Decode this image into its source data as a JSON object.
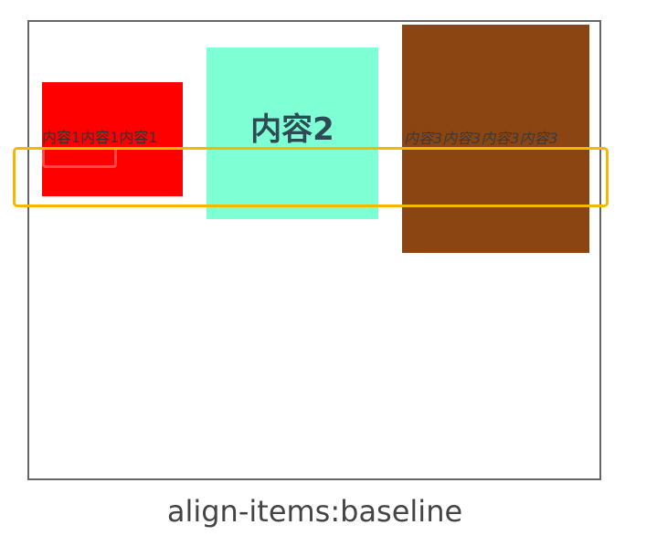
{
  "colors": {
    "container_border": "#666666",
    "box1_bg": "#ff0000",
    "box2_bg": "#7fffd4",
    "box3_bg": "#8b4513",
    "highlight": "#f5b800",
    "box1_inner_mark": "#ff4a4a"
  },
  "items": [
    {
      "label": "内容1内容1内容1"
    },
    {
      "label": "内容2"
    },
    {
      "label": "内容3内容3内容3内容3"
    }
  ],
  "caption": "align-items:baseline"
}
